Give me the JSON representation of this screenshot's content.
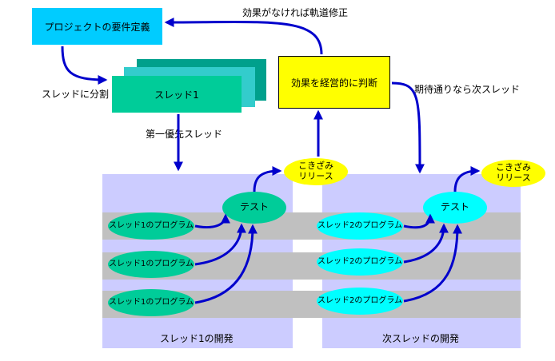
{
  "requirements_box": "プロジェクトの要件定義",
  "split_label": "スレッドに分割",
  "thread1_card": "スレッド1",
  "priority_label": "第一優先スレッド",
  "judge_box": "効果を経営的に判断",
  "feedback_label": "効果がなければ軌道修正",
  "next_label": "期待通りなら次スレッド",
  "release_label": [
    "こきざみ",
    "リリース"
  ],
  "test_label": "テスト",
  "thread1_program": "スレッド1のプログラム",
  "thread2_program": "スレッド2のプログラム",
  "left_panel_caption": "スレッド1の開発",
  "right_panel_caption": "次スレッドの開発",
  "colors": {
    "panel": "#ccccff",
    "band": "#c0c0c0",
    "requirements_fill": "#00ccff",
    "card_front": "#00cc99",
    "card_mid": "#33cccc",
    "card_back": "#00a08c",
    "judge_fill": "#ffff00",
    "release_fill": "#ffff00",
    "thread1_ellipse": "#00cc99",
    "thread2_ellipse": "#00ffff",
    "arrow": "#0000cc"
  }
}
